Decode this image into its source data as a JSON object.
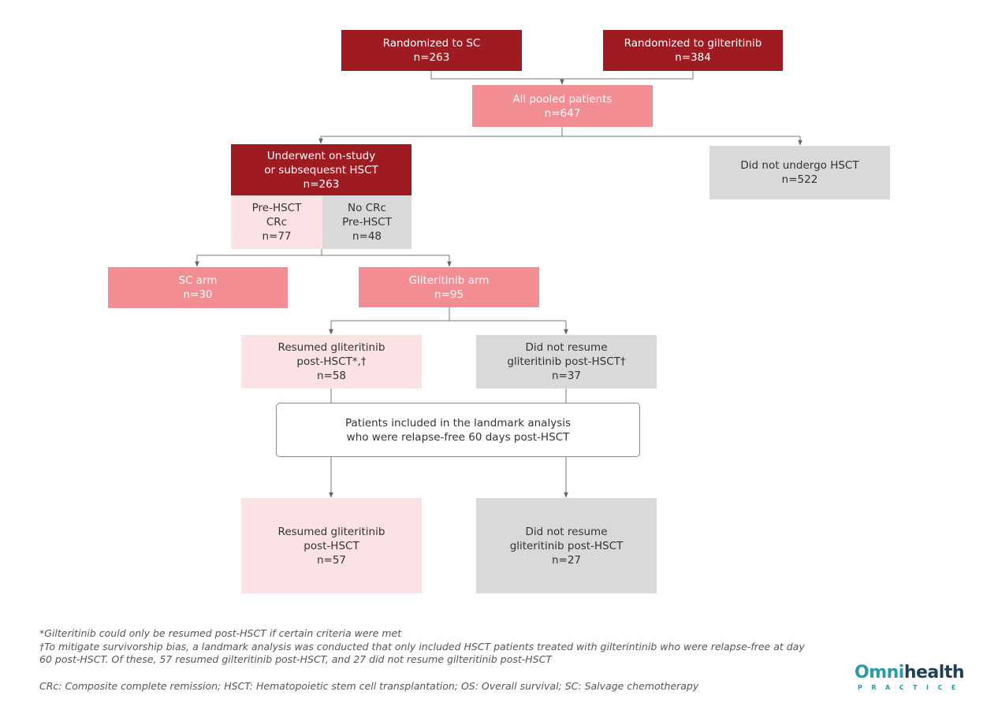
{
  "flowchart": {
    "randomized_sc": "Randomized to SC\nn=263",
    "randomized_gilt": "Randomized to gilteritinib\nn=384",
    "pooled": "All pooled patients\nn=647",
    "underwent_hsct": "Underwent on-study\nor subsequesnt HSCT\nn=263",
    "no_hsct": "Did not undergo HSCT\nn=522",
    "pre_hsct_crc": "Pre-HSCT\nCRc\nn=77",
    "no_crc": "No CRc\nPre-HSCT\nn=48",
    "sc_arm": "SC arm\nn=30",
    "gilt_arm": "Gliteritinib arm\nn=95",
    "resumed": "Resumed gliteritinib\npost-HSCT*,†\nn=58",
    "not_resumed": "Did not resume\ngliteritinib post-HSCT†\nn=37",
    "landmark": "Patients included in the landmark analysis\nwho were relapse-free 60 days post-HSCT",
    "resumed_final": "Resumed gliteritinib\npost-HSCT\nn=57",
    "not_resumed_final": "Did not resume\ngliteritinib post-HSCT\nn=27"
  },
  "footnotes": {
    "asterisk": "*Gilteritinib could only be resumed post-HSCT if certain criteria were met",
    "dagger_line1": "†To mitigate survivorship bias, a landmark analysis was conducted that only included HSCT patients treated with gilterintinib who were relapse-free at day",
    "dagger_line2": "60 post-HSCT. Of these, 57 resumed gilteritinib post-HSCT, and 27 did not resume gilteritinib post-HSCT",
    "abbreviations": "CRc: Composite complete remission; HSCT: Hematopoietic stem cell transplantation; OS: Overall survival; SC: Salvage chemotherapy"
  },
  "logo": {
    "omni": "Omni",
    "health": "health",
    "sub": "PRACTICE"
  },
  "colors": {
    "dark_red": "#9e1b22",
    "mid_pink": "#f38d94",
    "light_pink": "#fbe2e4",
    "grey": "#d9d9d9",
    "logo_teal": "#2a9aa6",
    "logo_navy": "#1f3f55"
  }
}
